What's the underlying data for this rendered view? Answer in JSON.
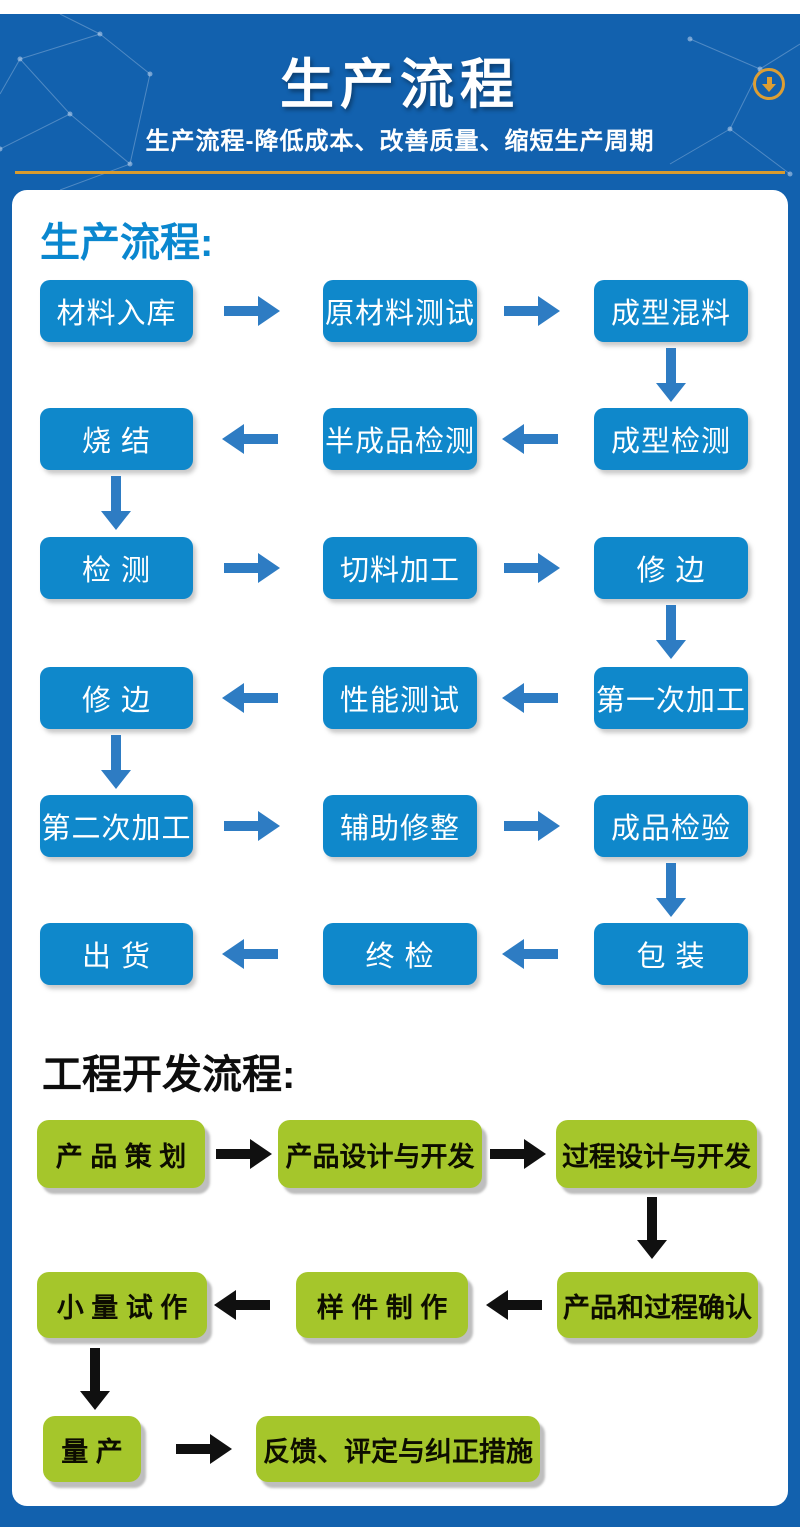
{
  "header": {
    "title": "生产流程",
    "subtitle": "生产流程-降低成本、改善质量、缩短生产周期",
    "background_color": "#1261ae",
    "accent_line_color": "#d99b2e",
    "icon": "download-circle-icon"
  },
  "production_flow": {
    "heading": "生产流程:",
    "heading_color": "#0a87cf",
    "box_color": "#0f88cb",
    "arrow_color": "#2e7cc3",
    "rows": [
      {
        "direction": "right",
        "cells": [
          "材料入库",
          "原材料测试",
          "成型混料"
        ]
      },
      {
        "direction": "left",
        "cells": [
          "烧 结",
          "半成品检测",
          "成型检测"
        ]
      },
      {
        "direction": "right",
        "cells": [
          "检 测",
          "切料加工",
          "修 边"
        ]
      },
      {
        "direction": "left",
        "cells": [
          "修 边",
          "性能测试",
          "第一次加工"
        ]
      },
      {
        "direction": "right",
        "cells": [
          "第二次加工",
          "辅助修整",
          "成品检验"
        ]
      },
      {
        "direction": "left",
        "cells": [
          "出 货",
          "终 检",
          "包 装"
        ]
      }
    ]
  },
  "engineering_flow": {
    "heading": "工程开发流程:",
    "heading_color": "#0d0d0d",
    "box_color": "#a5c62b",
    "arrow_color": "#101010",
    "rows": [
      {
        "direction": "right",
        "cells": [
          "产 品 策 划",
          "产品设计与开发",
          "过程设计与开发"
        ]
      },
      {
        "direction": "left",
        "cells": [
          "小 量 试 作",
          "样 件 制 作",
          "产品和过程确认"
        ]
      },
      {
        "direction": "right",
        "cells": [
          "量 产",
          "反馈、评定与纠正措施"
        ]
      }
    ]
  }
}
